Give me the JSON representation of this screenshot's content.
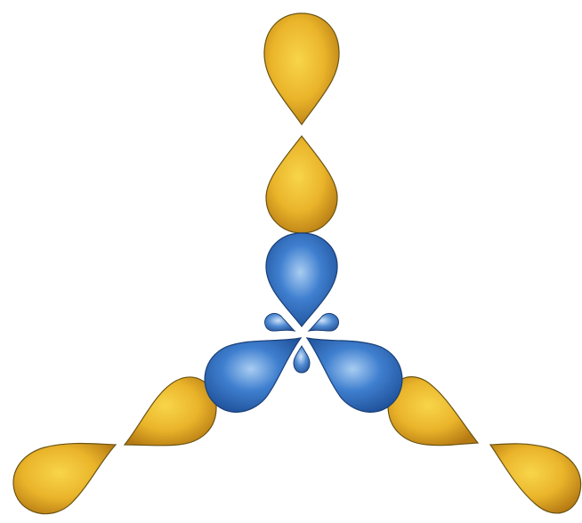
{
  "diagram": {
    "colors": {
      "outer_lobe_light": "#f8d54a",
      "outer_lobe_mid": "#eab42a",
      "outer_lobe_dark": "#b67a14",
      "inner_lobe_light": "#a9cdf2",
      "inner_lobe_mid": "#3f7fcf",
      "inner_lobe_dark": "#1d4e96",
      "outline": "#6a5412",
      "background": "#ffffff"
    },
    "groups": [
      {
        "id": "top",
        "outer_lobes": 2,
        "inner_lobes": 1
      },
      {
        "id": "lower-left",
        "outer_lobes": 2,
        "inner_lobes": 1
      },
      {
        "id": "lower-right",
        "outer_lobes": 2,
        "inner_lobes": 1
      }
    ],
    "nodal_lobes": 3
  }
}
